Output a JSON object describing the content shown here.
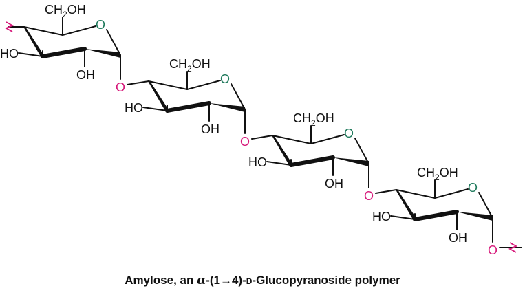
{
  "colors": {
    "bond": "#111111",
    "ring_oxygen": "#1f7a5c",
    "glycosidic_oxygen": "#d6187a",
    "wavy_break": "#d6187a"
  },
  "labels": {
    "ch2oh_prefix": "CH",
    "ch2oh_sub": "2",
    "ch2oh_suffix": "OH",
    "ring_o": "O",
    "ho": "HO",
    "oh": "OH",
    "link_o": "O"
  },
  "caption": {
    "prefix": "Amylose, an ",
    "alpha": "α",
    "middle": "-(1→4)-",
    "d": "D",
    "suffix": "-Glucopyranoside polymer"
  }
}
